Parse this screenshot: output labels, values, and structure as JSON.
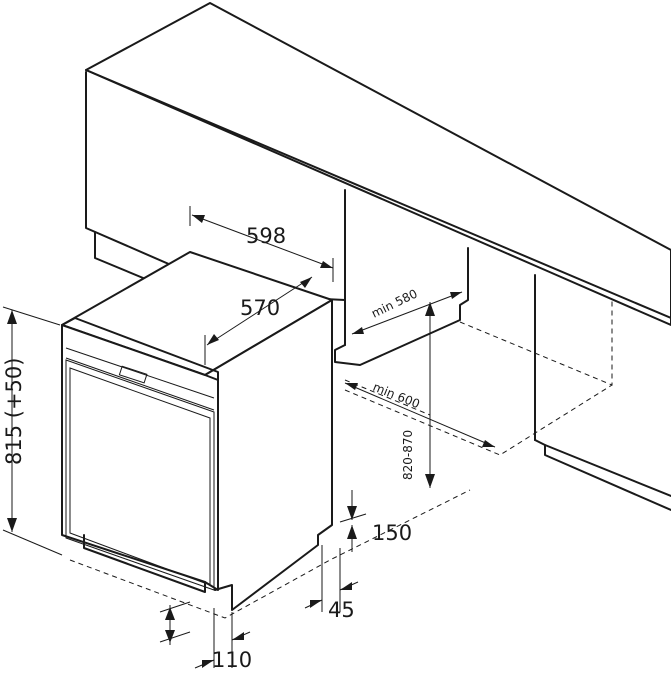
{
  "dimensions": {
    "width_overall": "598",
    "width_body": "570",
    "height": "815 (+50)",
    "niche_depth": "min 580",
    "niche_width": "min 600",
    "niche_height": "820-870",
    "plinth_height": "150",
    "plinth_depth": "45",
    "foot_depth": "110"
  }
}
